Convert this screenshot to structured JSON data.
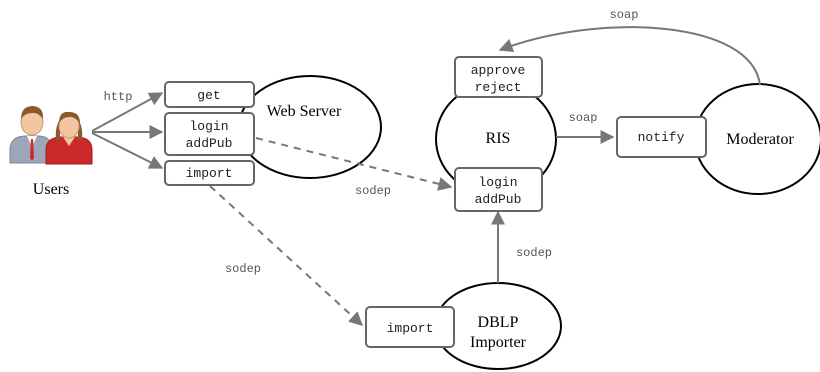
{
  "nodes": {
    "users": "Users",
    "web_server": "Web Server",
    "ris": "RIS",
    "moderator": "Moderator",
    "dblp_importer_line1": "DBLP",
    "dblp_importer_line2": "Importer"
  },
  "ports": {
    "web_get": "get",
    "web_login": "login",
    "web_addpub": "addPub",
    "web_import": "import",
    "ris_approve": "approve",
    "ris_reject": "reject",
    "ris_login": "login",
    "ris_addpub": "addPub",
    "moderator_notify": "notify",
    "dblp_import": "import"
  },
  "edges": {
    "http": "http",
    "sodep_web_ris": "sodep",
    "sodep_web_dblp": "sodep",
    "sodep_dblp_ris": "sodep",
    "soap_ris_moderator": "soap",
    "soap_moderator_ris": "soap"
  },
  "colors": {
    "male_user_suit": "#9da6b8",
    "female_user_suit": "#cc2a2a",
    "skin": "#f2c6a0",
    "hair": "#8a5a2b"
  }
}
